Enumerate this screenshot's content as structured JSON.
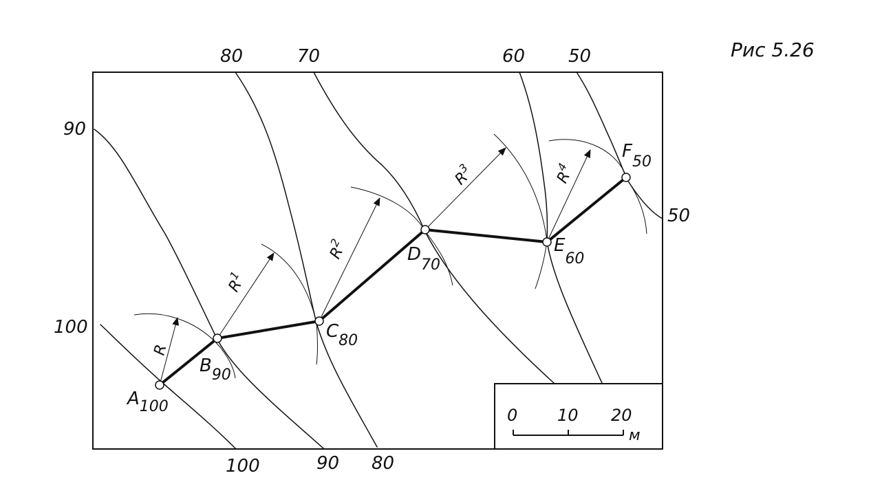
{
  "caption": "Рис 5.26",
  "contour_labels": {
    "top_80": "80",
    "top_70": "70",
    "top_60": "60",
    "top_50": "50",
    "left_90": "90",
    "left_100": "100",
    "right_50": "50",
    "bottom_100": "100",
    "bottom_90": "90",
    "bottom_80": "80"
  },
  "points": [
    {
      "letter": "A",
      "sub": "100"
    },
    {
      "letter": "B",
      "sub": "90"
    },
    {
      "letter": "C",
      "sub": "80"
    },
    {
      "letter": "D",
      "sub": "70"
    },
    {
      "letter": "E",
      "sub": "60"
    },
    {
      "letter": "F",
      "sub": "50"
    }
  ],
  "radii": [
    {
      "letter": "R",
      "sup": ""
    },
    {
      "letter": "R",
      "sup": "1"
    },
    {
      "letter": "R",
      "sup": "2"
    },
    {
      "letter": "R",
      "sup": "3"
    },
    {
      "letter": "R",
      "sup": "4"
    }
  ],
  "scale_bar": {
    "ticks": [
      "0",
      "10",
      "20"
    ],
    "unit": "м"
  }
}
